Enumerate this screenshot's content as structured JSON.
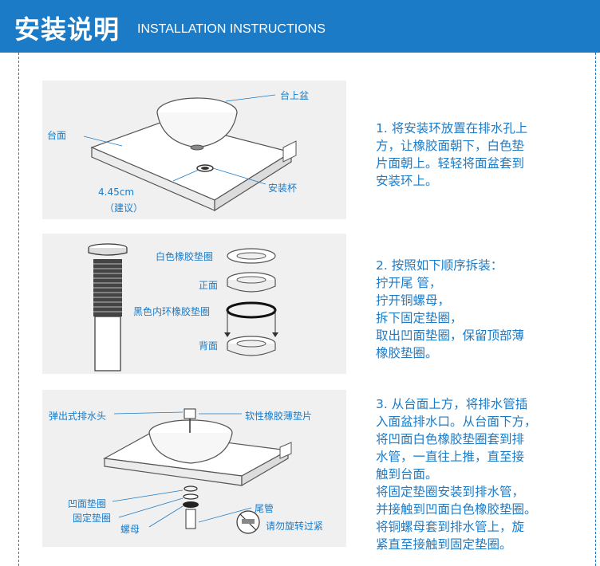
{
  "header": {
    "title_cn": "安装说明",
    "title_en": "INSTALLATION INSTRUCTIONS"
  },
  "colors": {
    "accent": "#1b7bc7",
    "panel_bg": "#f0f0f0",
    "line": "#555555"
  },
  "panel1": {
    "labels": {
      "basin": "台上盆",
      "counter": "台面",
      "ring": "安装杯",
      "dim": "4.45cm",
      "dim_note": "（建议）"
    }
  },
  "panel2": {
    "labels": {
      "white_ring": "白色橡胶垫圈",
      "front": "正面",
      "black_ring": "黑色内环橡胶垫圈",
      "back": "背面"
    }
  },
  "panel3": {
    "labels": {
      "popup": "弹出式排水头",
      "soft_gasket": "软性橡胶薄垫片",
      "concave": "凹面垫圈",
      "fixed": "固定垫圈",
      "nut": "螺母",
      "tail": "尾管",
      "warning": "请勿旋转过紧"
    }
  },
  "steps": [
    {
      "lines": [
        "1. 将安装环放置在排水孔上",
        "方，让橡胶面朝下，白色垫",
        "片面朝上。轻轻将面盆套到",
        "安装环上。"
      ]
    },
    {
      "lines": [
        "2. 按照如下顺序拆装：",
        "拧开尾 管，",
        "拧开铜螺母，",
        "拆下固定垫圈，",
        "取出凹面垫圈，保留顶部薄",
        "橡胶垫圈。"
      ]
    },
    {
      "lines": [
        "3. 从台面上方，将排水管插",
        "入面盆排水口。从台面下方，",
        "将凹面白色橡胶垫圈套到排",
        "水管，一直往上推，直至接",
        "触到台面。",
        "将固定垫圈安装到排水管，",
        "并接触到凹面白色橡胶垫圈。",
        "将铜螺母套到排水管上，旋",
        "紧直至接触到固定垫圈。"
      ]
    }
  ]
}
